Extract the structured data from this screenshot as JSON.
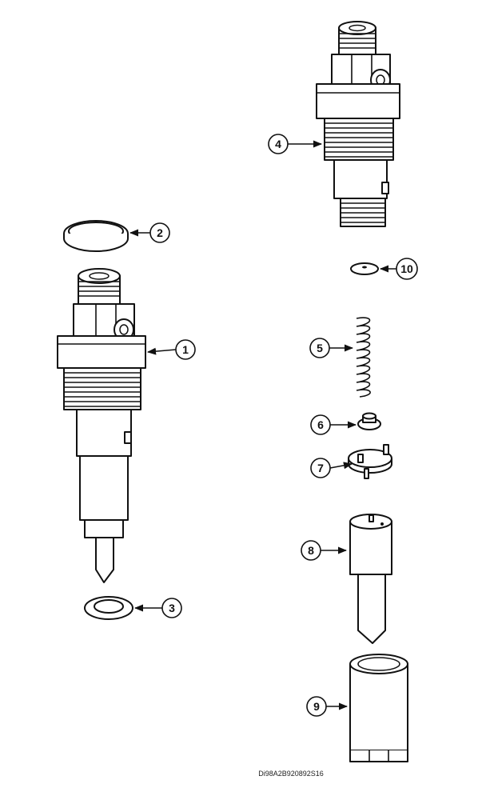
{
  "callouts": [
    {
      "label": "1"
    },
    {
      "label": "2"
    },
    {
      "label": "3"
    },
    {
      "label": "4"
    },
    {
      "label": "5"
    },
    {
      "label": "6"
    },
    {
      "label": "7"
    },
    {
      "label": "8"
    },
    {
      "label": "9"
    },
    {
      "label": "10"
    }
  ],
  "reference_code": "Di98A2B920892S16"
}
